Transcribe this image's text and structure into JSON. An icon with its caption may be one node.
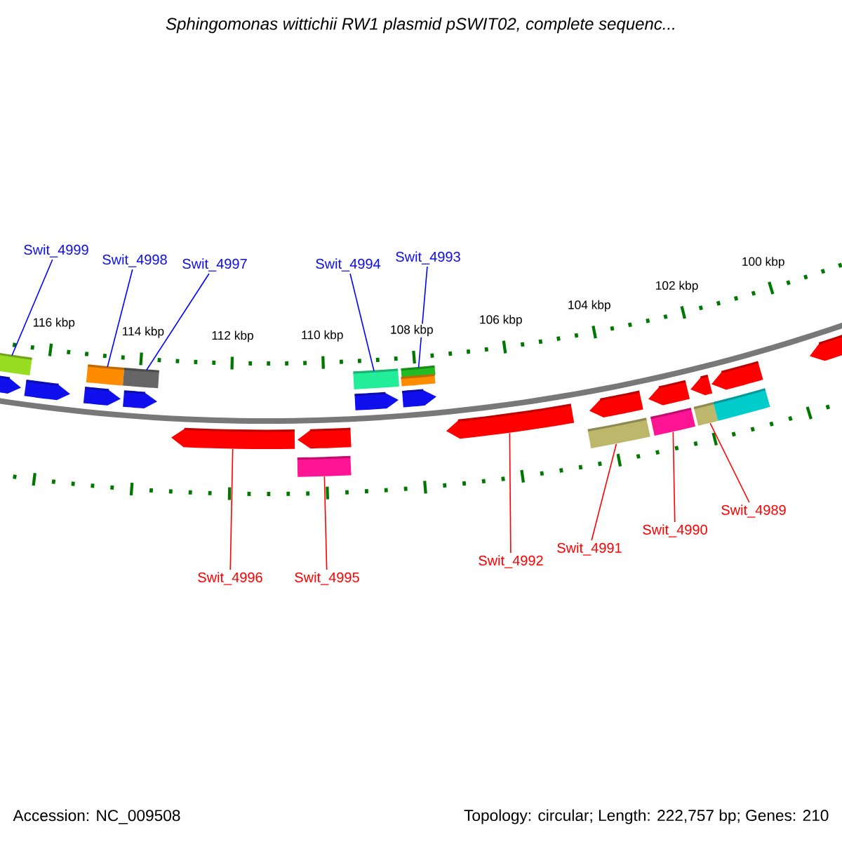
{
  "diagram": {
    "title": "Sphingomonas wittichii RW1 plasmid pSWIT02, complete sequenc...",
    "nodes": [
      {
        "text": [
          "Swit_4999"
        ]
      },
      {
        "text": [
          "Swit_4998"
        ]
      },
      {
        "text": [
          "Swit_4997"
        ]
      },
      {
        "text": [
          "Swit_4994"
        ]
      },
      {
        "text": [
          "Swit_4993"
        ]
      },
      {
        "text": [
          "Swit_4996"
        ]
      },
      {
        "text": [
          "Swit_4995"
        ]
      },
      {
        "text": [
          "Swit_4992"
        ]
      },
      {
        "text": [
          "Swit_4991"
        ]
      },
      {
        "text": [
          "Swit_4990"
        ]
      },
      {
        "text": [
          "Swit_4989"
        ]
      },
      {
        "text": [],
        "shape": "box"
      },
      {
        "text": [],
        "shape": "box"
      },
      {
        "text": [],
        "shape": "box"
      },
      {
        "text": [],
        "shape": "box"
      },
      {
        "text": [],
        "shape": "box"
      },
      {
        "text": [],
        "shape": "box"
      },
      {
        "text": [],
        "shape": "pentagon"
      },
      {
        "text": [],
        "shape": "pentagon"
      },
      {
        "text": [],
        "shape": "pentagon"
      },
      {
        "text": [],
        "shape": "pentagon"
      },
      {
        "text": [],
        "shape": "pentagon"
      },
      {
        "text": [],
        "shape": "pentagon"
      },
      {
        "text": [],
        "shape": "pentagon"
      },
      {
        "text": [],
        "shape": "pentagon"
      },
      {
        "text": [],
        "shape": "pentagon"
      },
      {
        "text": [],
        "shape": "pentagon"
      },
      {
        "text": [],
        "shape": "pentagon"
      },
      {
        "text": [],
        "shape": "pentagon"
      },
      {
        "text": [],
        "shape": "pentagon"
      },
      {
        "text": [],
        "shape": "pentagon"
      },
      {
        "text": [],
        "shape": "box"
      },
      {
        "text": [],
        "shape": "box"
      },
      {
        "text": [],
        "shape": "box"
      },
      {
        "text": [],
        "shape": "box"
      },
      {
        "text": [],
        "shape": "box"
      }
    ],
    "edges": [
      {
        "from": 0,
        "to": 11,
        "arrow": "none",
        "color": "#0000ff"
      },
      {
        "from": 1,
        "to": 12,
        "arrow": "none",
        "color": "#0000ff"
      },
      {
        "from": 2,
        "to": 13,
        "arrow": "none",
        "color": "#0000ff"
      },
      {
        "from": 3,
        "to": 14,
        "arrow": "none",
        "color": "#0000ff"
      },
      {
        "from": 4,
        "to": 15,
        "arrow": "none",
        "color": "#0000ff"
      },
      {
        "from": 5,
        "to": 23,
        "arrow": "none"
      },
      {
        "from": 6,
        "to": 31,
        "arrow": "none"
      },
      {
        "from": 7,
        "to": 25,
        "arrow": "none"
      },
      {
        "from": 8,
        "to": 32,
        "arrow": "none"
      },
      {
        "from": 9,
        "to": 33,
        "arrow": "none"
      },
      {
        "from": 10,
        "to": 34,
        "arrow": "none"
      }
    ],
    "labels": [
      "116 kbp",
      "114 kbp",
      "112 kbp",
      "110 kbp",
      "108 kbp",
      "106 kbp",
      "104 kbp",
      "102 kbp",
      "100 kbp",
      "Accession: NC_009508",
      "Topology: circular; Length: 222,757 bp; Genes: 210"
    ]
  }
}
